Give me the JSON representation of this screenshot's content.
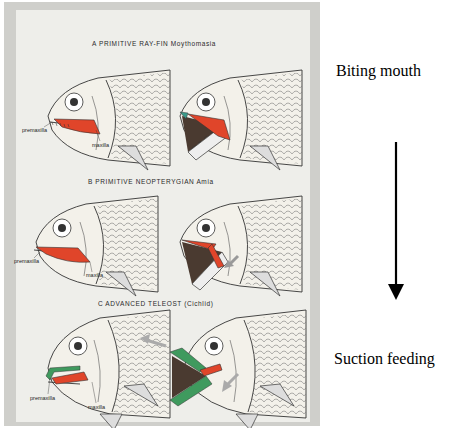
{
  "diagram": {
    "labels": [
      "A PRIMITIVE RAY-FIN Moythomasia",
      "premaxilla",
      "maxilla",
      "Biting mouth",
      "B PRIMITIVE NEOPTERYGIAN Amia",
      "premaxilla",
      "maxilla",
      "C ADVANCED TELEOST (Cichlid)",
      "premaxilla",
      "maxilla",
      "Suction feeding"
    ]
  }
}
